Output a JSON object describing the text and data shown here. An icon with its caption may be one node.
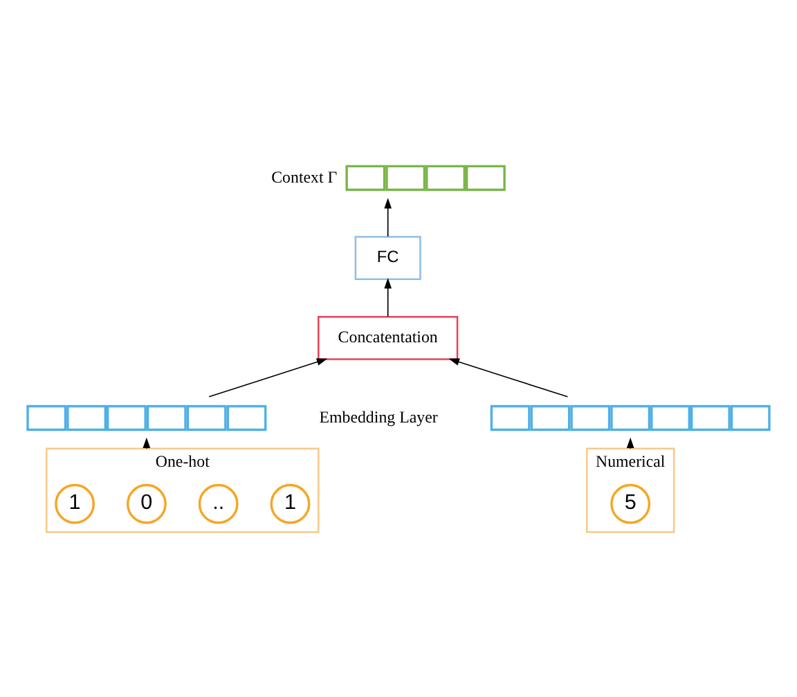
{
  "diagram": {
    "nodes": [
      {
        "text": [],
        "shape": "bar",
        "beside": [
          "Context Γ"
        ]
      },
      {
        "text": [
          "FC"
        ]
      },
      {
        "text": [
          "Concatentation"
        ]
      },
      {
        "text": [],
        "shape": "bar"
      },
      {
        "text": [],
        "shape": "bar"
      },
      {
        "text": [
          "One-hot"
        ]
      },
      {
        "text": [
          "1"
        ],
        "in": 5
      },
      {
        "text": [
          "0"
        ],
        "in": 5
      },
      {
        "text": [
          ".."
        ],
        "in": 5
      },
      {
        "text": [
          "1"
        ],
        "in": 5
      },
      {
        "text": [
          "Numerical"
        ]
      },
      {
        "text": [
          "5"
        ],
        "in": 10
      }
    ],
    "edges": [
      {
        "from": 1,
        "to": 0,
        "arrow": "to"
      },
      {
        "from": 2,
        "to": 1,
        "arrow": "to"
      },
      {
        "from": 3,
        "to": 2,
        "arrow": "to"
      },
      {
        "from": 4,
        "to": 2,
        "arrow": "to"
      },
      {
        "from": 5,
        "to": 3,
        "arrow": "to"
      },
      {
        "from": 10,
        "to": 4,
        "arrow": "to"
      }
    ],
    "labels": [
      "Embedding Layer"
    ]
  }
}
